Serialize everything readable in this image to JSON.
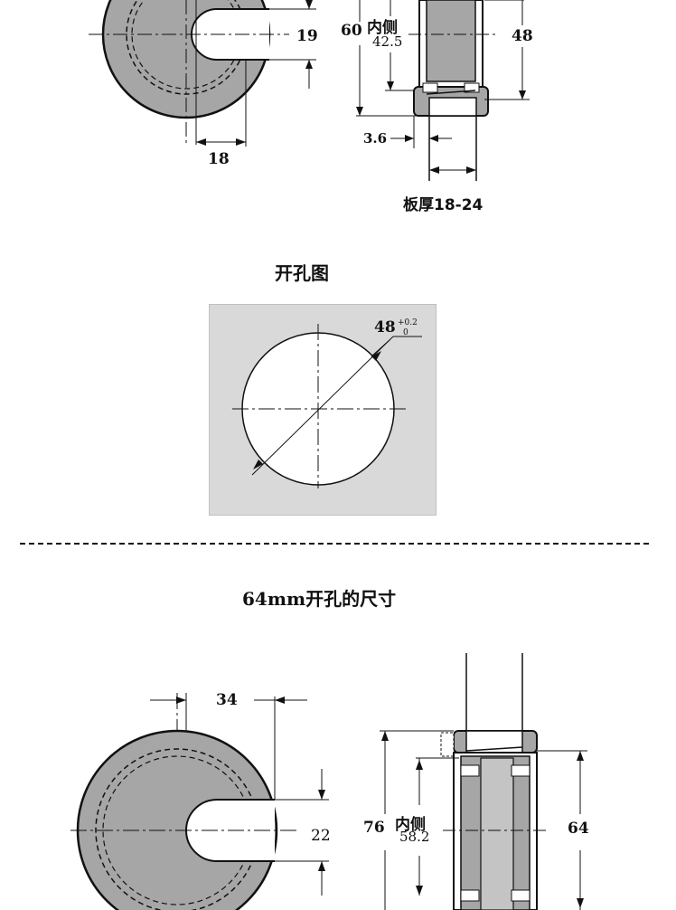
{
  "top_section": {
    "front_view": {
      "dim_right": "19",
      "dim_bottom": "18"
    },
    "side_view": {
      "dim_outer": "60",
      "inner_label": "内侧",
      "dim_inner": "42.5",
      "dim_right": "48",
      "dim_lip": "3.6",
      "board_thickness": "板厚18-24"
    }
  },
  "cutout_section": {
    "title": "开孔图",
    "diameter_main": "48",
    "tol_upper": "+0.2",
    "tol_lower": "0"
  },
  "bottom_section": {
    "title": "64mm开孔的尺寸",
    "front_view": {
      "dim_top": "34",
      "dim_right": "22"
    },
    "side_view": {
      "dim_outer": "76",
      "inner_label": "内侧",
      "dim_inner": "58.2",
      "dim_right": "64"
    }
  },
  "colors": {
    "part_fill": "#a6a6a6",
    "panel_bg": "#d9d9d9",
    "line": "#111111"
  }
}
